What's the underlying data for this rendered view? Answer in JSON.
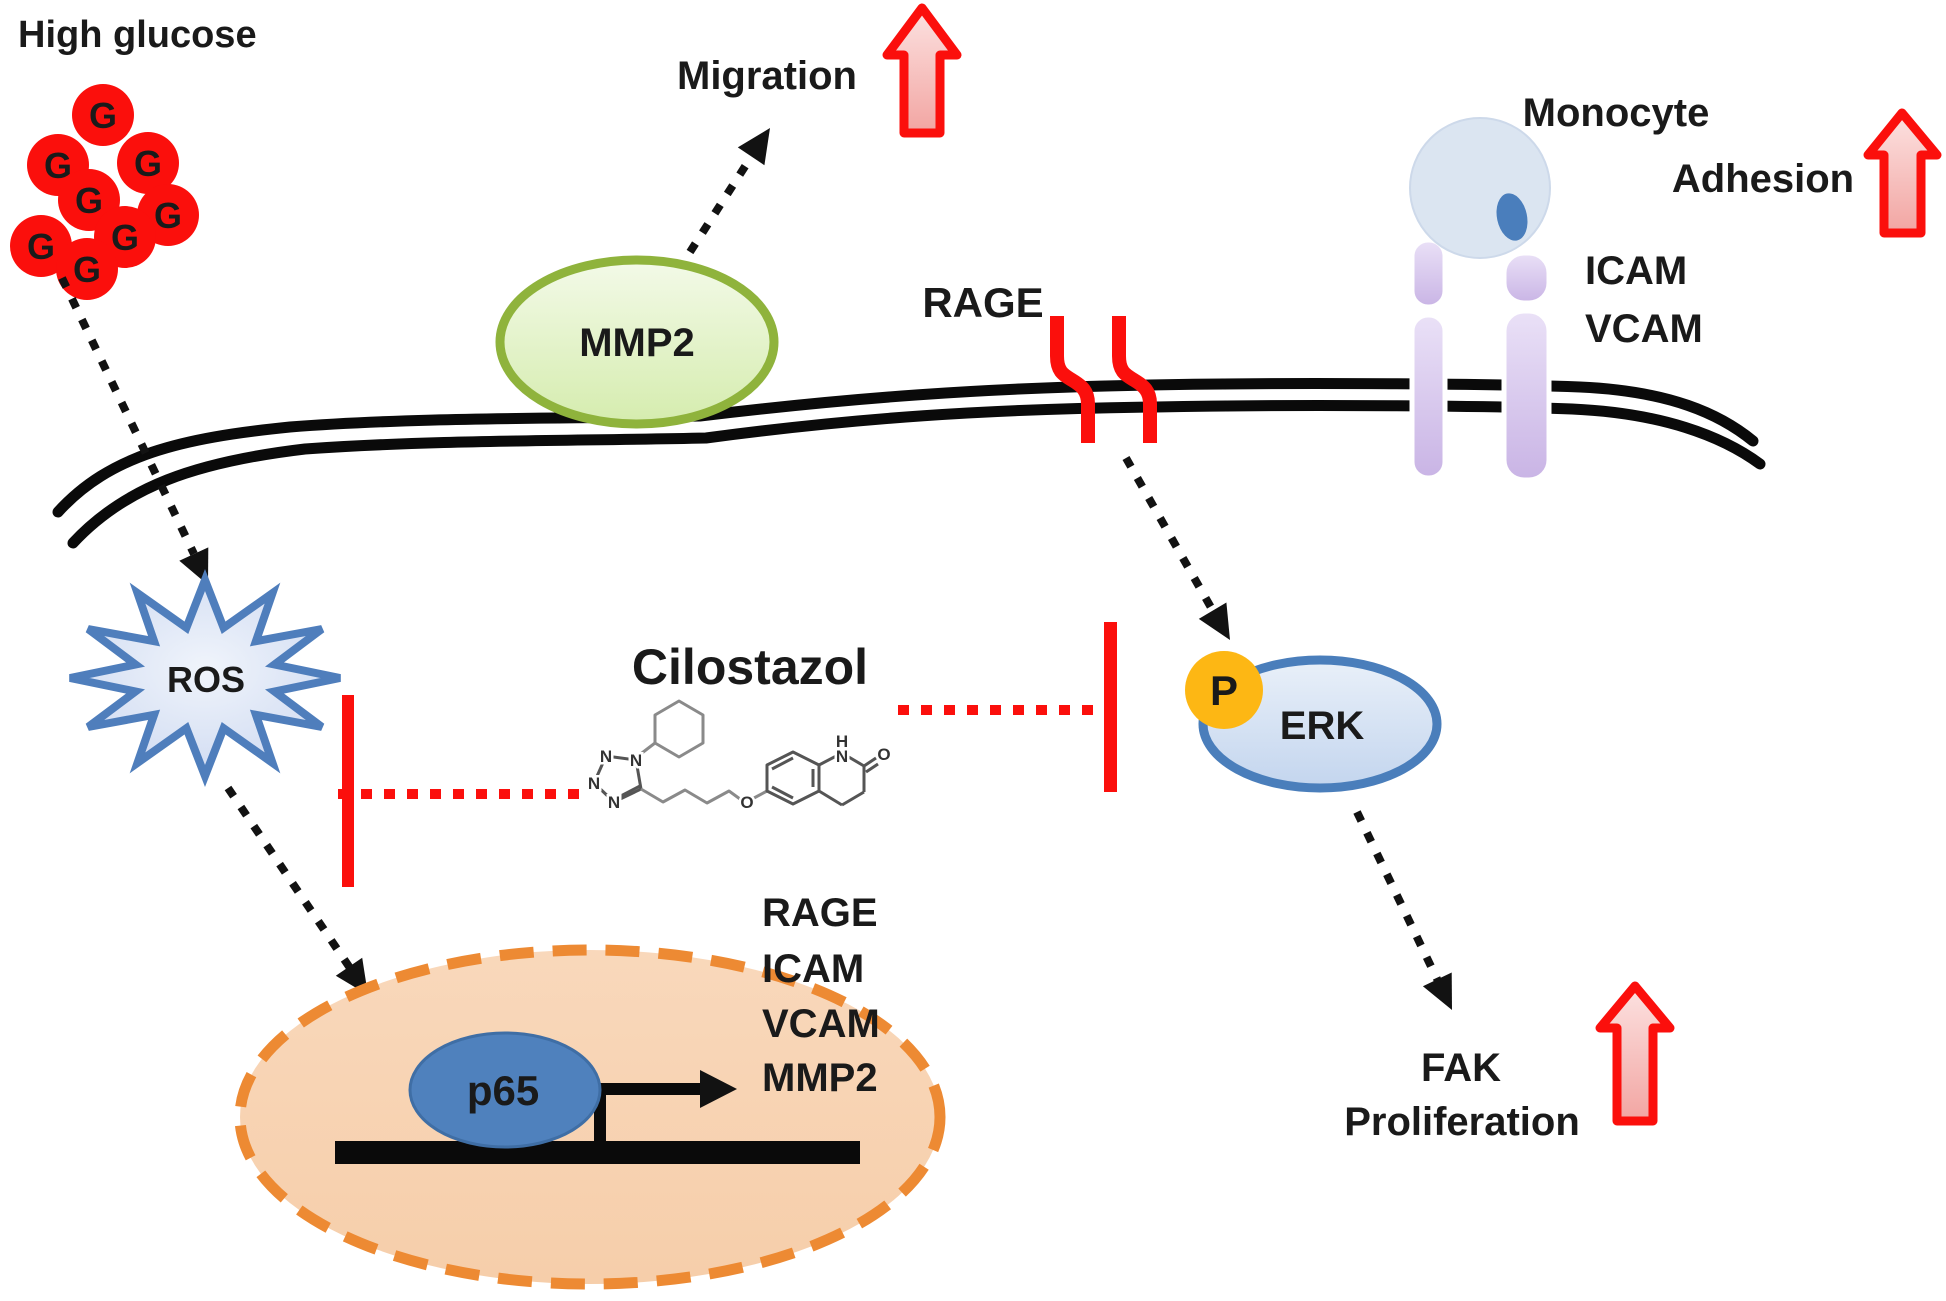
{
  "labels": {
    "high_glucose": "High glucose",
    "glucose_letter": "G",
    "migration": "Migration",
    "mmp2_membrane": "MMP2",
    "rage_receptor": "RAGE",
    "monocyte": "Monocyte",
    "adhesion": "Adhesion",
    "icam_receptor": "ICAM",
    "vcam_receptor": "VCAM",
    "ros": "ROS",
    "cilostazol": "Cilostazol",
    "phospho": "P",
    "erk": "ERK",
    "fak": "FAK",
    "proliferation": "Proliferation",
    "p65": "p65"
  },
  "nucleus_gene_targets": [
    "RAGE",
    "ICAM",
    "VCAM",
    "MMP2"
  ],
  "chemical_structure_atoms": {
    "nitrogen": "N",
    "hydrogen": "H",
    "oxygen": "O"
  },
  "colors": {
    "red": "#fb0f0c",
    "red_arrow_fill": "#f6b6b3",
    "black": "#121212",
    "membrane": "#0a0a0a",
    "mmp2_border": "#8fb33c",
    "mmp2_fill": "#ddefbc",
    "ros_border": "#4f7ebc",
    "ros_fill": "#d6e0f3",
    "erk_border": "#4a7ebb",
    "erk_fill": "#ccdaf0",
    "p_circle": "#fdb714",
    "monocyte_fill": "#dbe5f1",
    "monocyte_nucleus": "#4a7ebc",
    "receptor_pillar": "#d3c2ec",
    "nucleus_fill": "#f8d3b3",
    "nucleus_border": "#ed8a33",
    "p65_fill": "#4f81bd",
    "dna_bar": "#0a0a0a"
  }
}
